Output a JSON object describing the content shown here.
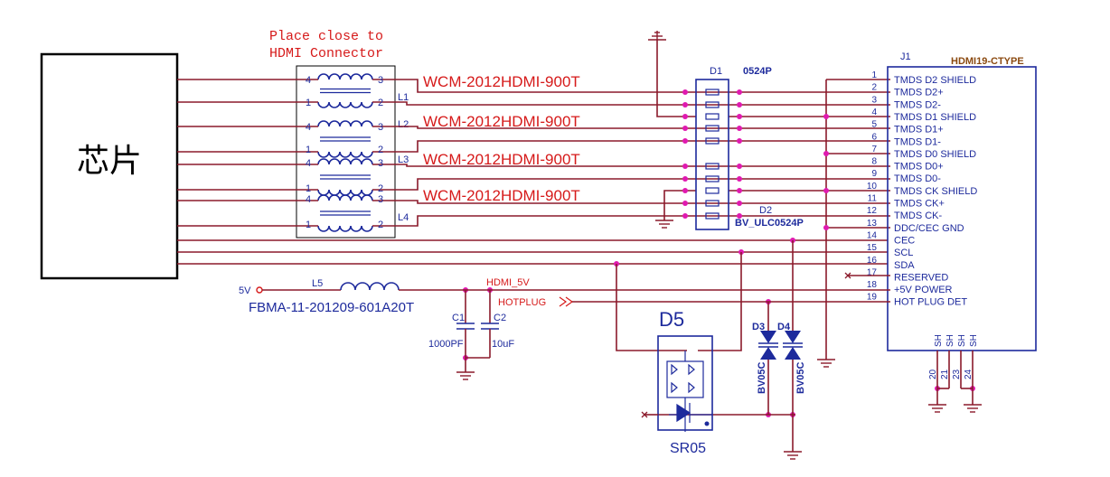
{
  "chip_label": "芯片",
  "note": {
    "line1": "Place close to",
    "line2": "HDMI Connector"
  },
  "inductors": [
    {
      "label": "L1",
      "part": "WCM-2012HDMI-900T",
      "pins": [
        "4",
        "3",
        "1",
        "2"
      ]
    },
    {
      "label": "L2",
      "part": "WCM-2012HDMI-900T",
      "pins": [
        "4",
        "3",
        "1",
        "2"
      ]
    },
    {
      "label": "L3",
      "part": "WCM-2012HDMI-900T",
      "pins": [
        "4",
        "3",
        "1",
        "2"
      ]
    },
    {
      "label": "L4",
      "part": "WCM-2012HDMI-900T",
      "pins": [
        "4",
        "3",
        "1",
        "2"
      ]
    }
  ],
  "d1": {
    "ref": "D1",
    "part": "0524P"
  },
  "d2": {
    "ref": "D2",
    "part": "BV_ULC0524P"
  },
  "connector": {
    "ref": "J1",
    "part": "HDMI19-CTYPE",
    "pins": [
      {
        "num": "1",
        "name": "TMDS D2 SHIELD"
      },
      {
        "num": "2",
        "name": "TMDS D2+"
      },
      {
        "num": "3",
        "name": "TMDS D2-"
      },
      {
        "num": "4",
        "name": "TMDS D1 SHIELD"
      },
      {
        "num": "5",
        "name": "TMDS D1+"
      },
      {
        "num": "6",
        "name": "TMDS D1-"
      },
      {
        "num": "7",
        "name": "TMDS D0 SHIELD"
      },
      {
        "num": "8",
        "name": "TMDS D0+"
      },
      {
        "num": "9",
        "name": "TMDS D0-"
      },
      {
        "num": "10",
        "name": "TMDS CK SHIELD"
      },
      {
        "num": "11",
        "name": "TMDS CK+"
      },
      {
        "num": "12",
        "name": "TMDS CK-"
      },
      {
        "num": "13",
        "name": "DDC/CEC GND"
      },
      {
        "num": "14",
        "name": "CEC"
      },
      {
        "num": "15",
        "name": "SCL"
      },
      {
        "num": "16",
        "name": "SDA"
      },
      {
        "num": "17",
        "name": "RESERVED"
      },
      {
        "num": "18",
        "name": "+5V POWER"
      },
      {
        "num": "19",
        "name": "HOT PLUG DET"
      }
    ],
    "shield_labels": [
      "SH",
      "SH",
      "SH",
      "SH"
    ],
    "shield_pins": [
      "20",
      "21",
      "23",
      "24"
    ]
  },
  "power": {
    "source": "5V",
    "inductor_ref": "L5",
    "inductor_part": "FBMA-11-201209-601A20T",
    "net_5v": "HDMI_5V",
    "net_hotplug": "HOTPLUG",
    "c1_ref": "C1",
    "c1_val": "1000PF",
    "c2_ref": "C2",
    "c2_val": "10uF"
  },
  "d5": {
    "ref": "D5",
    "part": "SR05"
  },
  "d3": {
    "ref": "D3",
    "part": "BV05C"
  },
  "d4": {
    "ref": "D4",
    "part": "BV05C"
  },
  "colors": {
    "wire": "#8b1a2b",
    "component": "#1d2a9c",
    "junction": "#e01ab0",
    "net_label": "#d61a1a"
  }
}
